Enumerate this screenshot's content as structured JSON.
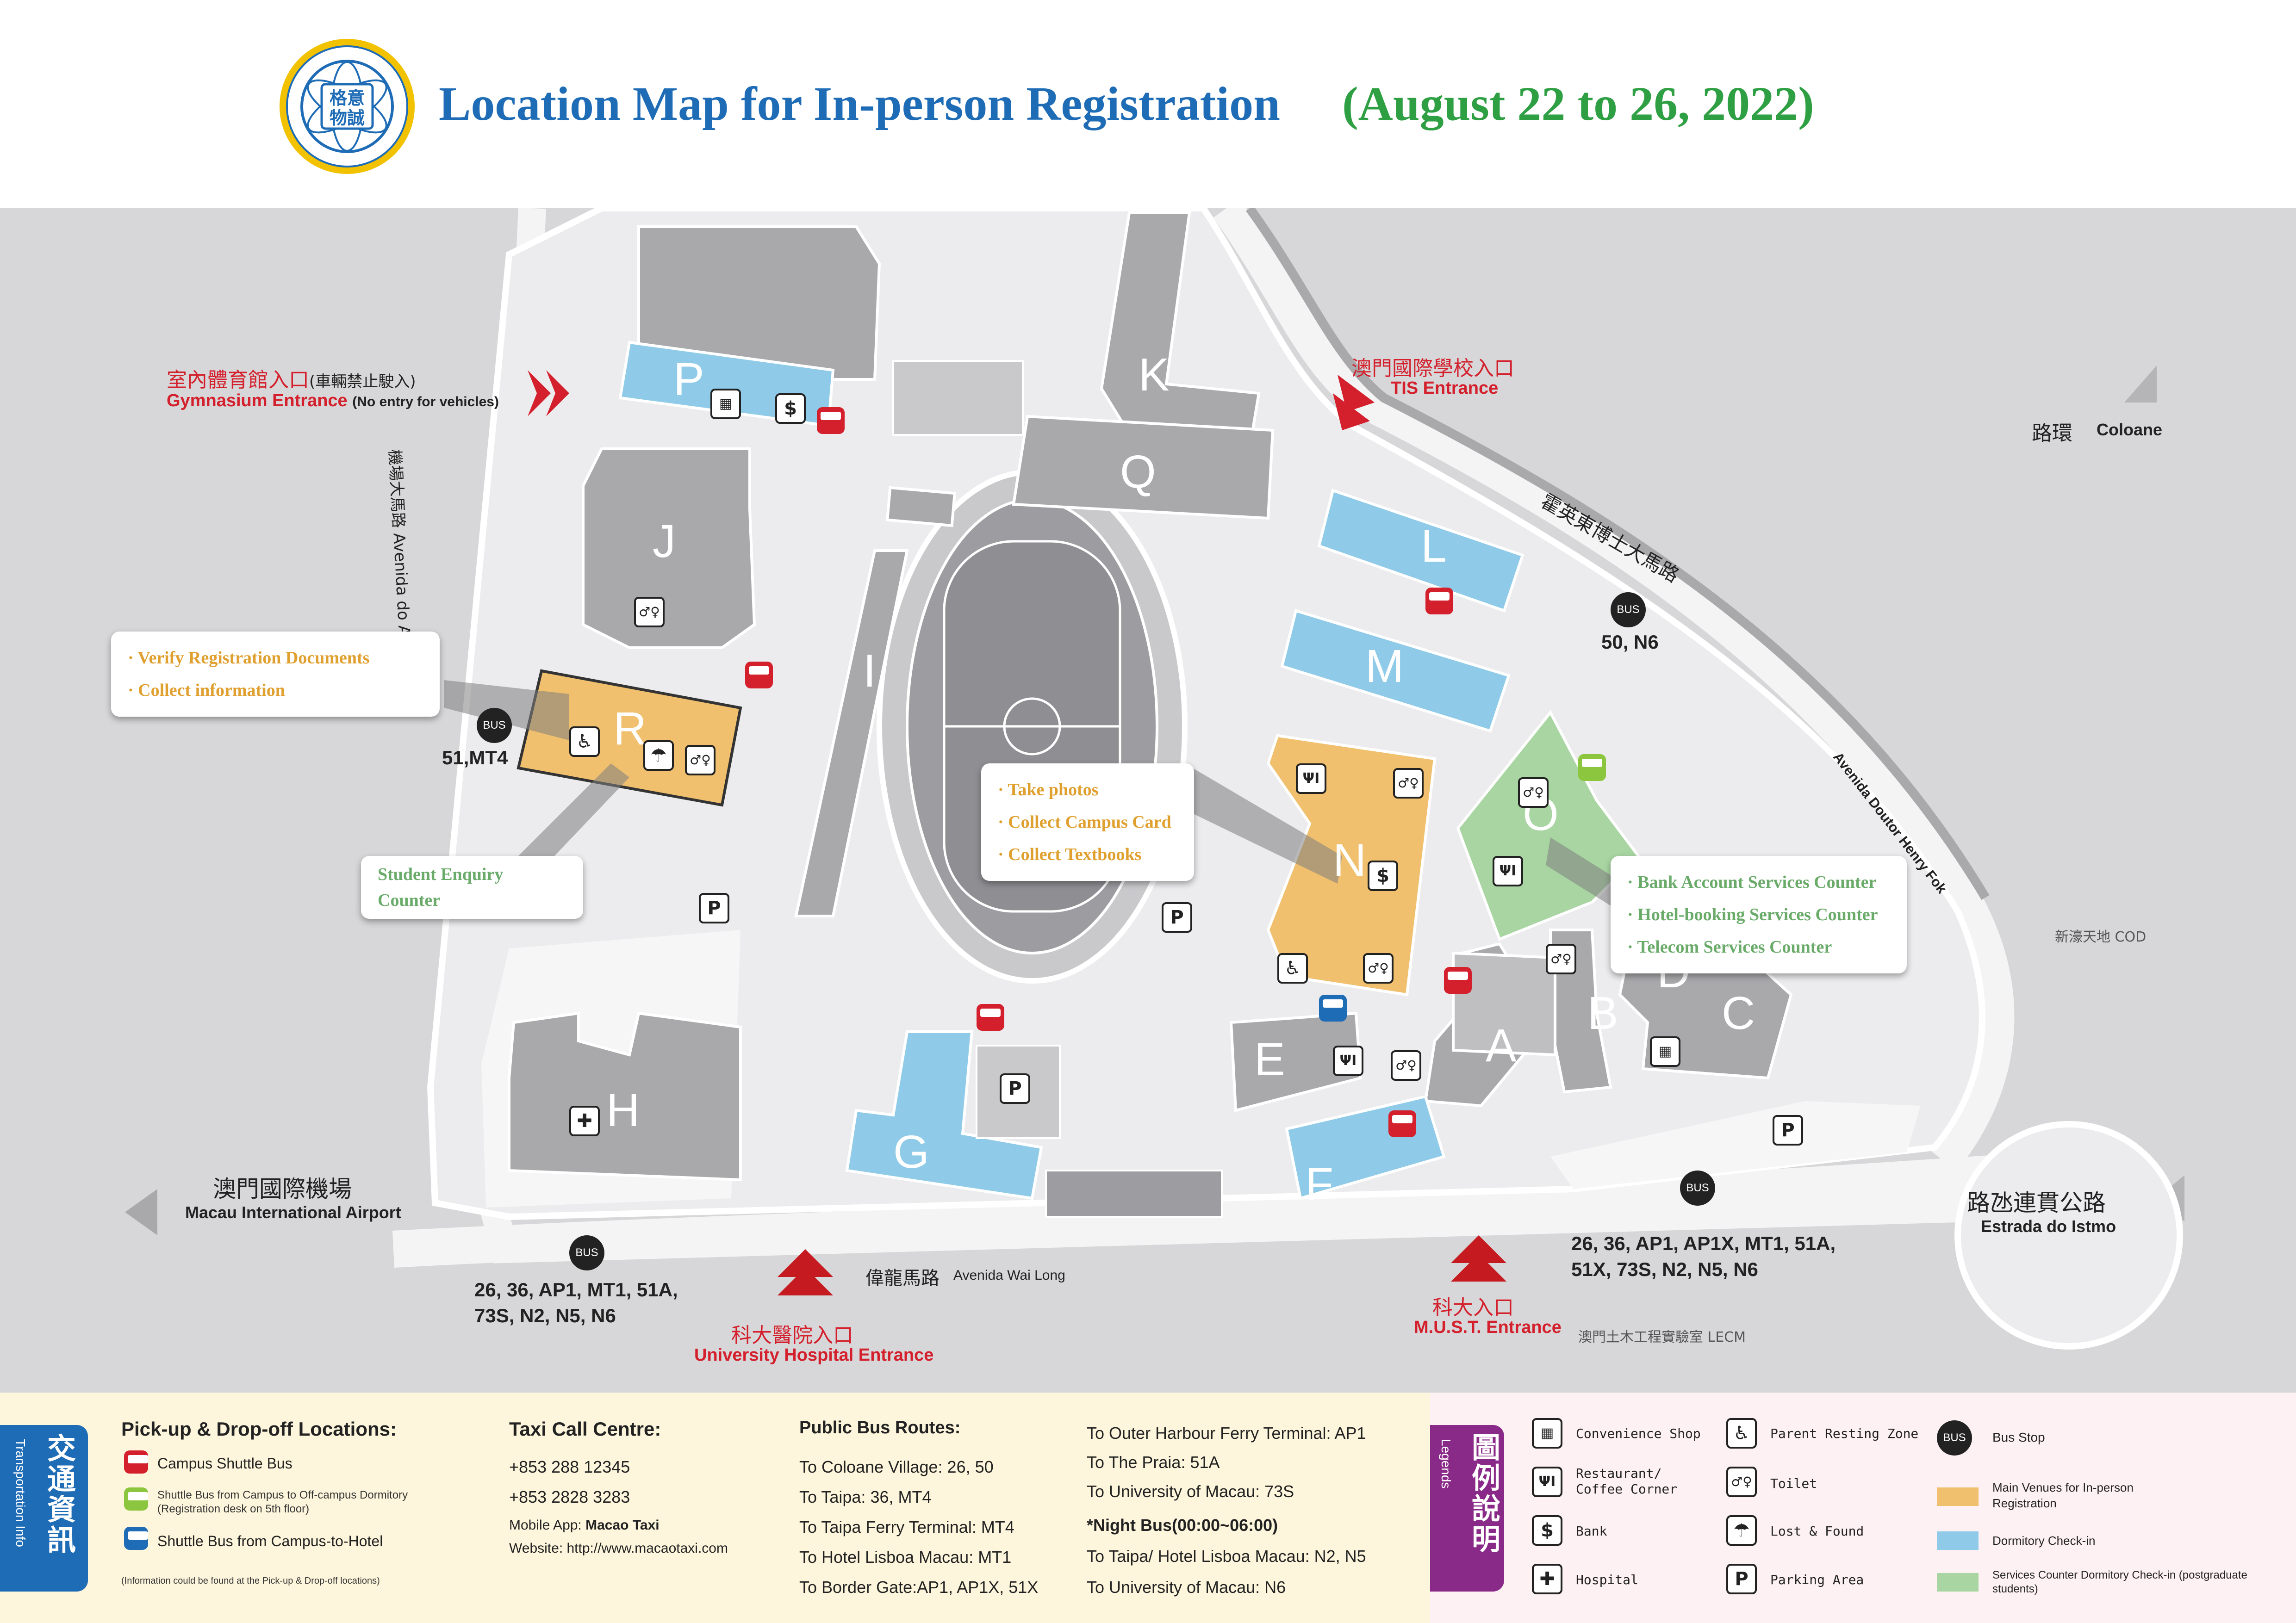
{
  "header": {
    "title": "Location Map for In-person Registration",
    "dates": "(August 22 to 26, 2022)",
    "logo_text": "格意 物誠"
  },
  "colors": {
    "registration": "#f0c06e",
    "dormitory": "#8fcbe8",
    "services": "#a8d5a2",
    "building": "#a9a9ac",
    "road": "#ececee",
    "title_blue": "#1f6cb6",
    "dates_green": "#2ea043",
    "entrance_red": "#d3202c"
  },
  "map": {
    "entrances": {
      "gym_cn": "室內體育館入口",
      "gym_cn_note": "(車輛禁止駛入)",
      "gym_en": "Gymnasium Entrance",
      "gym_en_note": "(No entry for vehicles)",
      "tis_cn": "澳門國際學校入口",
      "tis_en": "TIS Entrance",
      "hospital_cn": "科大醫院入口",
      "hospital_en": "University Hospital Entrance",
      "must_cn": "科大入口",
      "must_en": "M.U.S.T. Entrance"
    },
    "places": {
      "coloane_cn": "路環",
      "coloane_en": "Coloane",
      "airport_cn": "澳門國際機場",
      "airport_en": "Macau International Airport",
      "istmo_cn": "路氹連貫公路",
      "istmo_en": "Estrada do Istmo",
      "cod": "新濠天地 COD",
      "lecm": "澳門土木工程實驗室 LECM"
    },
    "roads": {
      "aeroporto": "機場大馬路 Avenida do Aeroporto",
      "henry_fok_cn": "霍英東博士大馬路",
      "henry_fok_en": "Avenida Doutor Henry Fok",
      "wai_long_cn": "偉龍馬路",
      "wai_long_en": "Avenida Wai Long"
    },
    "buildings": [
      "P",
      "K",
      "Q",
      "J",
      "I",
      "R",
      "N",
      "L",
      "M",
      "O",
      "D",
      "A",
      "B",
      "C",
      "E",
      "F",
      "G",
      "H"
    ],
    "bus_stops": {
      "label": "BUS",
      "north_routes": "50, N6",
      "west_routes": "51,MT4",
      "south_west_routes_1": "26, 36, AP1, MT1, 51A,",
      "south_west_routes_2": "73S, N2, N5, N6",
      "south_east_routes_1": "26, 36, AP1, AP1X, MT1, 51A,",
      "south_east_routes_2": "51X, 73S, N2, N5, N6"
    },
    "callouts": {
      "verify_1": "· Verify Registration Documents",
      "verify_2": "· Collect information",
      "enquiry": "Student Enquiry Counter",
      "n_1": "· Take photos",
      "n_2": "· Collect Campus Card",
      "n_3": "· Collect Textbooks",
      "o_1": "· Bank Account Services Counter",
      "o_2": "· Hotel-booking Services Counter",
      "o_3": "· Telecom Services Counter"
    }
  },
  "transport": {
    "tab_cn": "交通資訊",
    "tab_en": "Transportation Info",
    "pickup": {
      "heading": "Pick-up & Drop-off Locations:",
      "items": [
        {
          "label": "Campus Shuttle Bus",
          "color": "#d3202c"
        },
        {
          "label": "Shuttle Bus from Campus to Off-campus Dormitory",
          "sub": "(Registration desk on 5th floor)",
          "color": "#8cc63f"
        },
        {
          "label": "Shuttle Bus from Campus-to-Hotel",
          "color": "#1f6cb6"
        }
      ],
      "note": "(Information could be found at the Pick-up & Drop-off locations)"
    },
    "taxi": {
      "heading": "Taxi Call Centre:",
      "phone_1": "+853 288 12345",
      "phone_2": "+853 2828 3283",
      "app_prefix": "Mobile App:",
      "app_name": "Macao Taxi",
      "website": "Website: http://www.macaotaxi.com"
    },
    "bus": {
      "heading": "Public Bus Routes:",
      "col1": [
        "To Coloane Village: 26, 50",
        "To Taipa: 36, MT4",
        "To Taipa Ferry Terminal: MT4",
        "To Hotel Lisboa Macau: MT1",
        "To Border Gate:AP1, AP1X, 51X"
      ],
      "col2": [
        "To Outer Harbour Ferry Terminal: AP1",
        "To The Praia: 51A",
        "To University of Macau: 73S"
      ],
      "night_heading": "*Night Bus(00:00~06:00)",
      "night": [
        "To Taipa/ Hotel Lisboa Macau: N2, N5",
        "To University of Macau: N6"
      ]
    }
  },
  "legend": {
    "tab_cn": "圖例說明",
    "tab_en": "Legends",
    "icons": [
      {
        "icon": "convenience-shop-icon",
        "glyph": "▦",
        "label": "Convenience Shop"
      },
      {
        "icon": "parent-resting-zone-icon",
        "glyph": "♿",
        "label": "Parent Resting Zone"
      },
      {
        "icon": "bus-stop-icon",
        "glyph": "BUS",
        "label": "Bus Stop"
      },
      {
        "icon": "restaurant-icon",
        "glyph": "ΨΙ",
        "label": "Restaurant/ Coffee Corner"
      },
      {
        "icon": "toilet-icon",
        "glyph": "♂♀",
        "label": "Toilet"
      },
      {
        "icon": "bank-icon",
        "glyph": "$",
        "label": "Bank"
      },
      {
        "icon": "lost-found-icon",
        "glyph": "☂",
        "label": "Lost & Found"
      },
      {
        "icon": "hospital-icon",
        "glyph": "✚",
        "label": "Hospital"
      },
      {
        "icon": "parking-icon",
        "glyph": "P",
        "label": "Parking Area"
      }
    ],
    "swatches": [
      {
        "color": "#f0c06e",
        "label": "Main Venues for In-person Registration"
      },
      {
        "color": "#8fcbe8",
        "label": "Dormitory Check-in"
      },
      {
        "color": "#a8d5a2",
        "label": "Services Counter Dormitory Check-in (postgraduate students)"
      }
    ]
  }
}
